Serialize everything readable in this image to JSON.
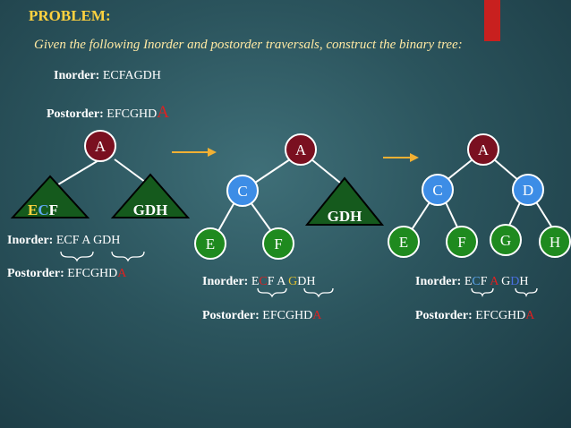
{
  "colors": {
    "title": "#ffd23f",
    "subtitle": "#ffe9a3",
    "root_node": "#7a1020",
    "left_node": "#3d8de6",
    "leaf_node": "#1f8a1f",
    "subtree": "#155a1d",
    "red_letter": "#e02020",
    "c_letter": "#5ea8f0",
    "d_letter": "#4a6fe0",
    "g_letter": "#e0c030",
    "accent_bar": "#c8201f"
  },
  "problem": {
    "title": "PROBLEM:",
    "subtitle": "Given the following Inorder and postorder traversals, construct the binary tree:",
    "inorder_label": "Inorder:",
    "inorder_value": "ECFAGDH",
    "postorder_label": "Postorder:",
    "postorder_value": "EFCGHD",
    "postorder_root": "A"
  },
  "step1": {
    "root": "A",
    "left_subtree": "ECF",
    "left_subtree_parts": [
      "E",
      "C",
      "F"
    ],
    "right_subtree": "GDH",
    "inorder_label": "Inorder:",
    "inorder_value": "ECF A GDH",
    "postorder_label": "Postorder:",
    "postorder_value": "EFCGHD",
    "postorder_root": "A"
  },
  "step2": {
    "root": "A",
    "left_child": "C",
    "left_left": "E",
    "left_right": "F",
    "right_subtree": "GDH",
    "inorder_label": "Inorder:",
    "inorder_parts": [
      "E",
      "C",
      "F",
      " A ",
      "G",
      "D",
      "H"
    ],
    "postorder_label": "Postorder:",
    "postorder_value": "EFCGHD",
    "postorder_root": "A"
  },
  "step3": {
    "root": "A",
    "left_child": "C",
    "right_child": "D",
    "leaves": [
      "E",
      "F",
      "G",
      "H"
    ],
    "inorder_label": "Inorder:",
    "inorder_parts": [
      "E",
      "C",
      "F",
      " A ",
      "G",
      "D",
      "H"
    ],
    "postorder_label": "Postorder:",
    "postorder_value": "EFCGHD",
    "postorder_root": "A"
  }
}
